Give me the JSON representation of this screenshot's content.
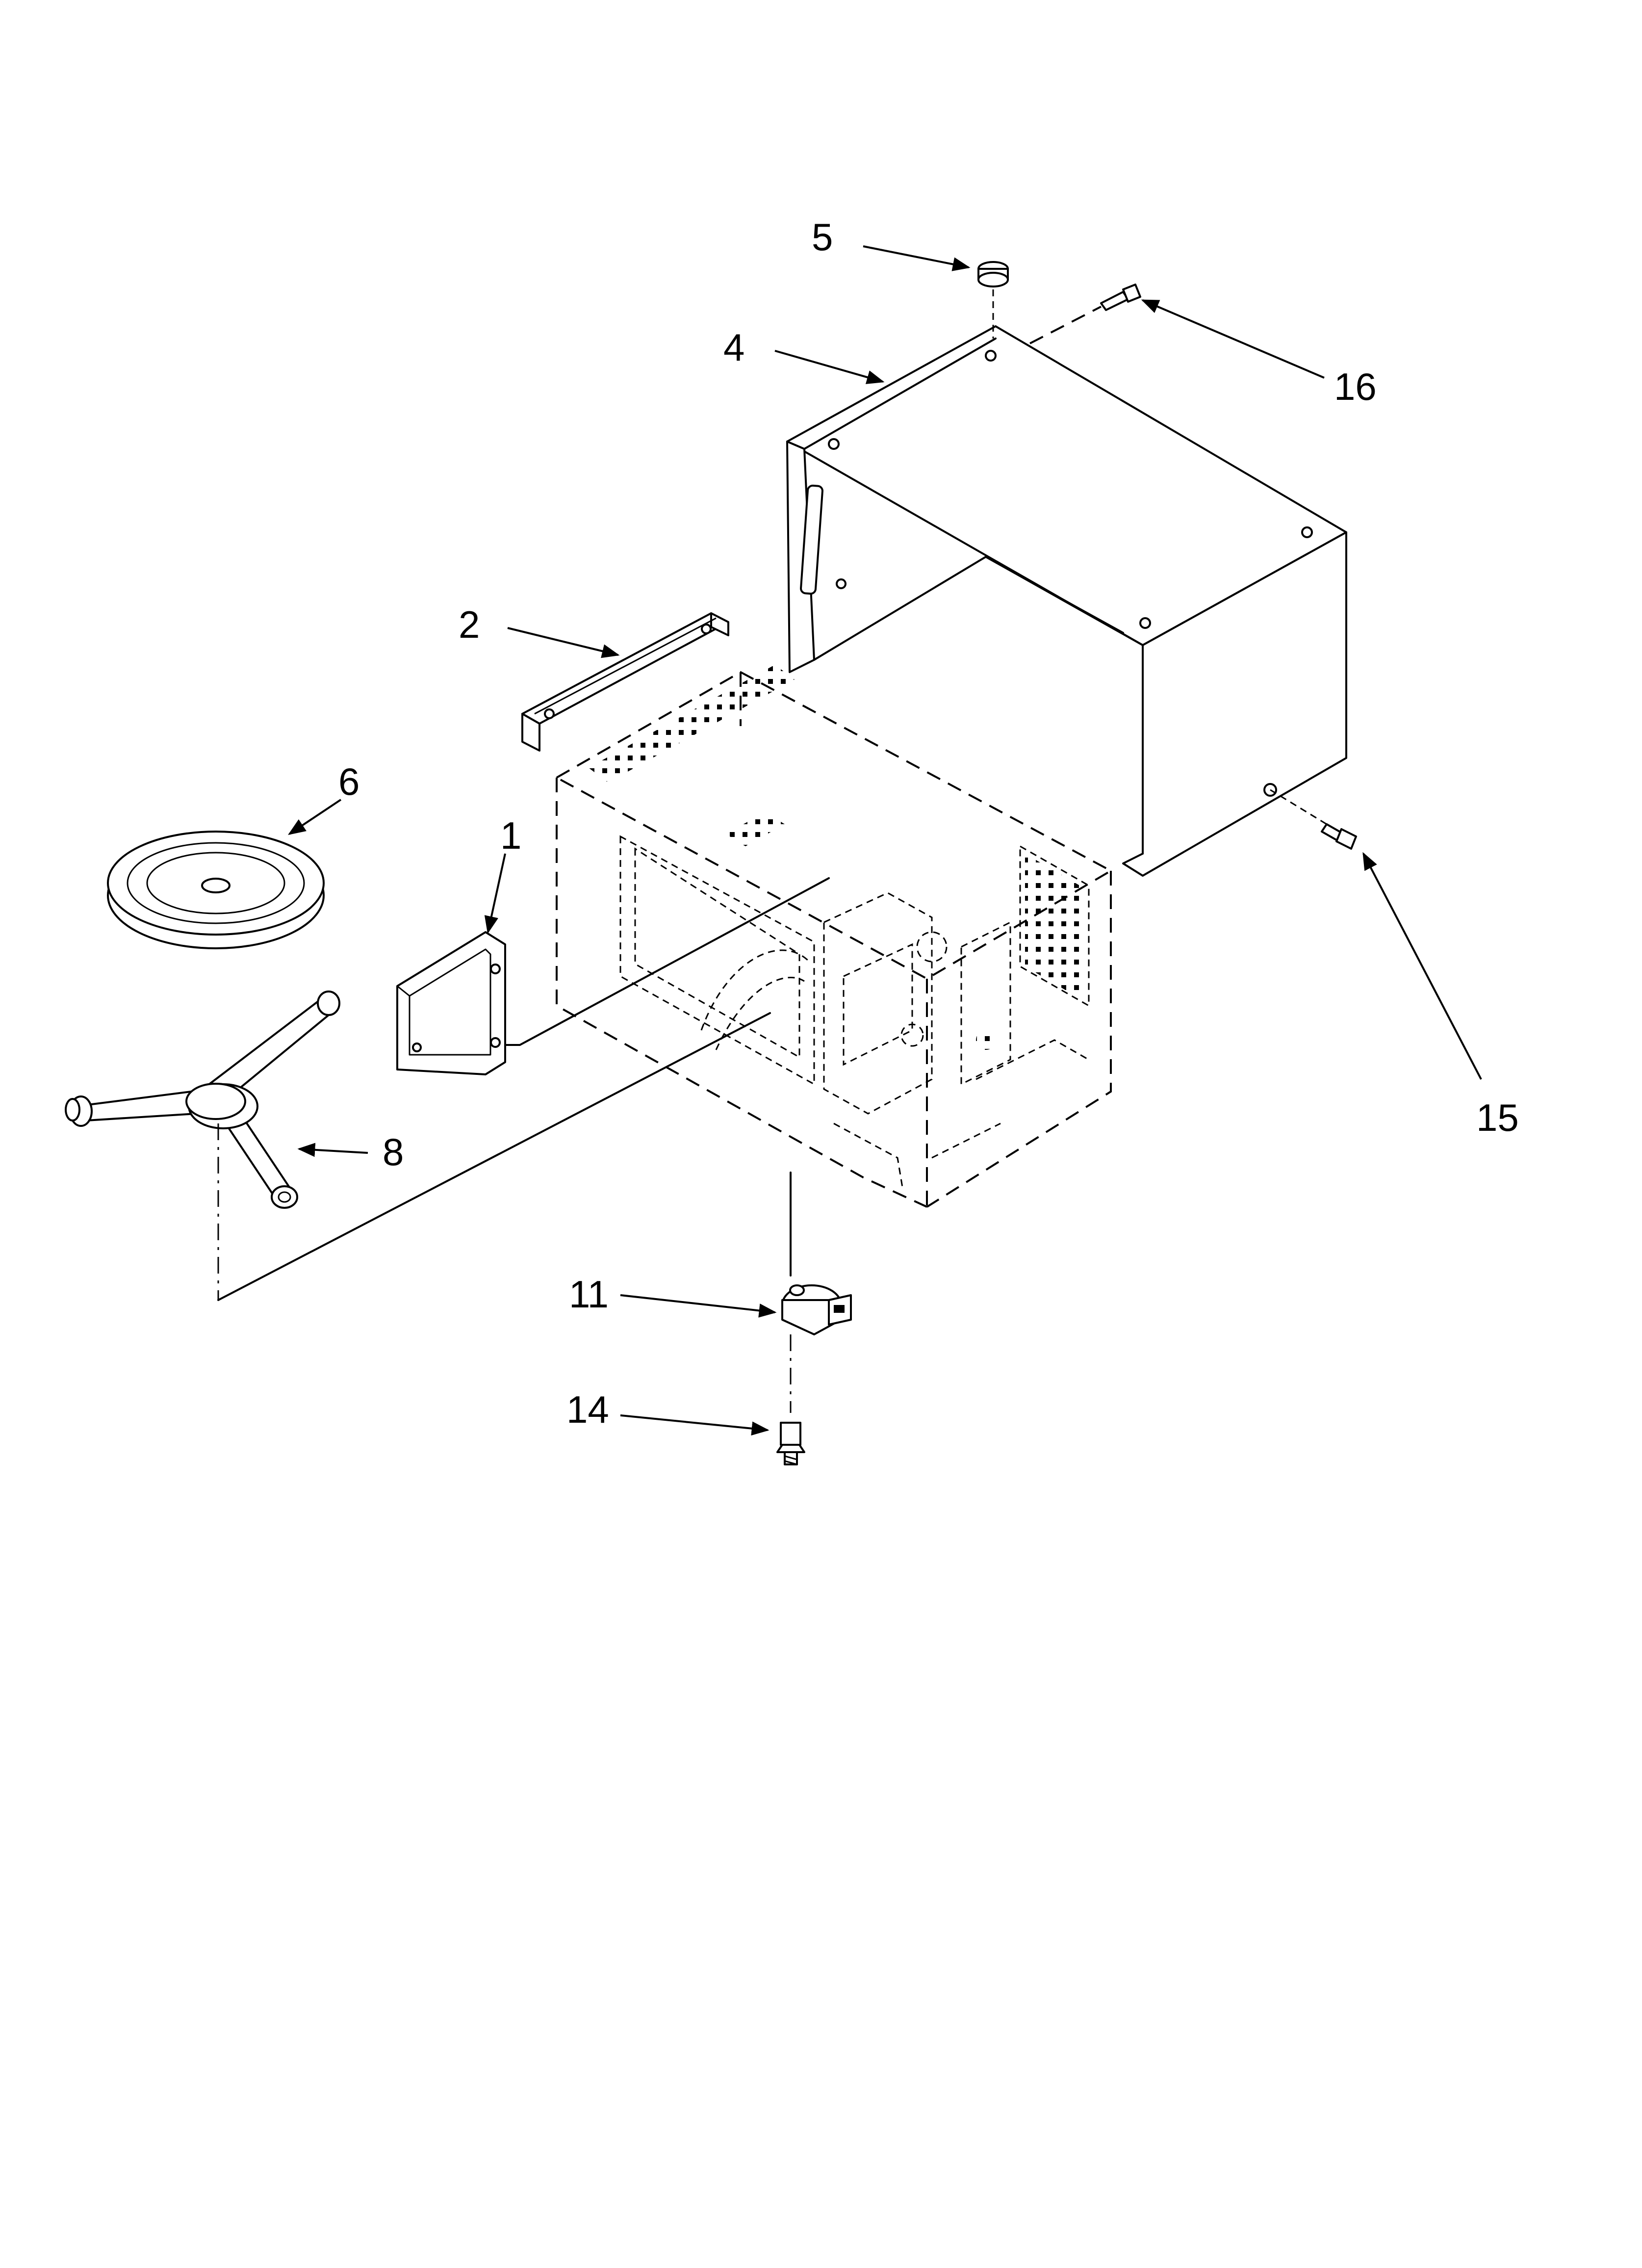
{
  "callouts": {
    "c1": "1",
    "c2": "2",
    "c4": "4",
    "c5": "5",
    "c6": "6",
    "c8": "8",
    "c11": "11",
    "c14": "14",
    "c15": "15",
    "c16": "16"
  }
}
